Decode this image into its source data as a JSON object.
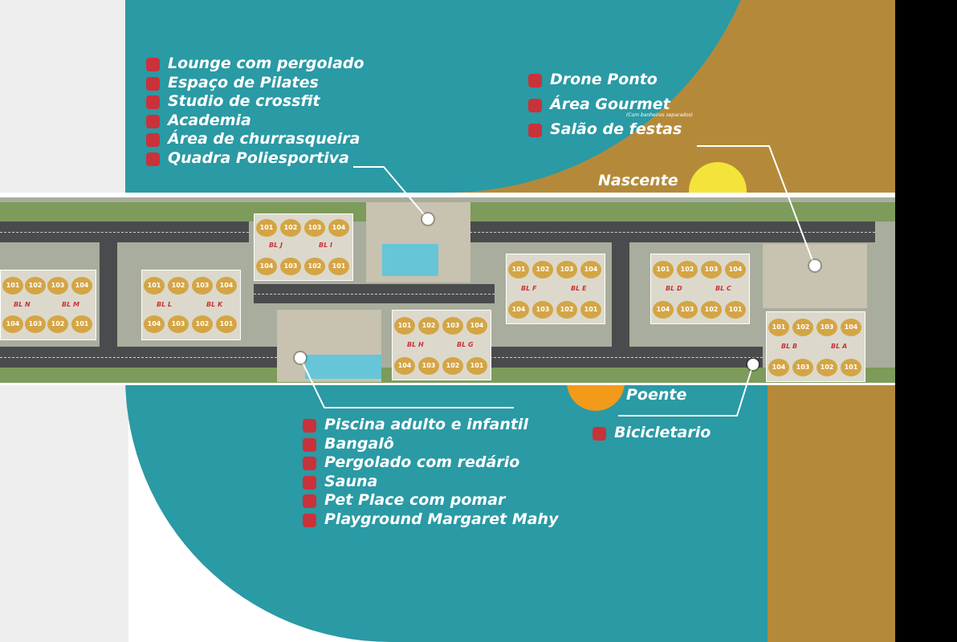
{
  "legend_top_left": [
    "Lounge com pergolado",
    "Espaço de Pilates",
    "Studio de crossfit",
    "Academia",
    "Área de churrasqueira",
    "Quadra Poliesportiva"
  ],
  "legend_top_right": [
    "Drone Ponto",
    "Área Gourmet",
    "Salão de festas"
  ],
  "legend_top_right_note": "(Com banheiros separados)",
  "legend_bottom_left": [
    "Piscina adulto e infantil",
    "Bangalô",
    "Pergolado com redário",
    "Sauna",
    "Pet Place com pomar",
    "Playground Margaret Mahy"
  ],
  "legend_bottom_right": [
    "Bicicletario"
  ],
  "sunrise_label": "Nascente",
  "sunset_label": "Poente",
  "unit_numbers": [
    "101",
    "102",
    "103",
    "104"
  ],
  "blocks": [
    {
      "label_a": "BL N",
      "label_b": "BL M"
    },
    {
      "label_a": "BL L",
      "label_b": "BL K"
    },
    {
      "label_a": "BL J",
      "label_b": "BL I"
    },
    {
      "label_a": "BL H",
      "label_b": "BL G"
    },
    {
      "label_a": "BL F",
      "label_b": "BL E"
    },
    {
      "label_a": "BL D",
      "label_b": "BL C"
    },
    {
      "label_a": "BL B",
      "label_b": "BL A"
    }
  ],
  "colors": {
    "teal": "#2a9aa5",
    "gold": "#b48a3a",
    "marker_red": "#c9323a",
    "sun_yellow": "#f4e33a",
    "sun_orange": "#f29a1a",
    "unit_gold": "#d4a545"
  }
}
